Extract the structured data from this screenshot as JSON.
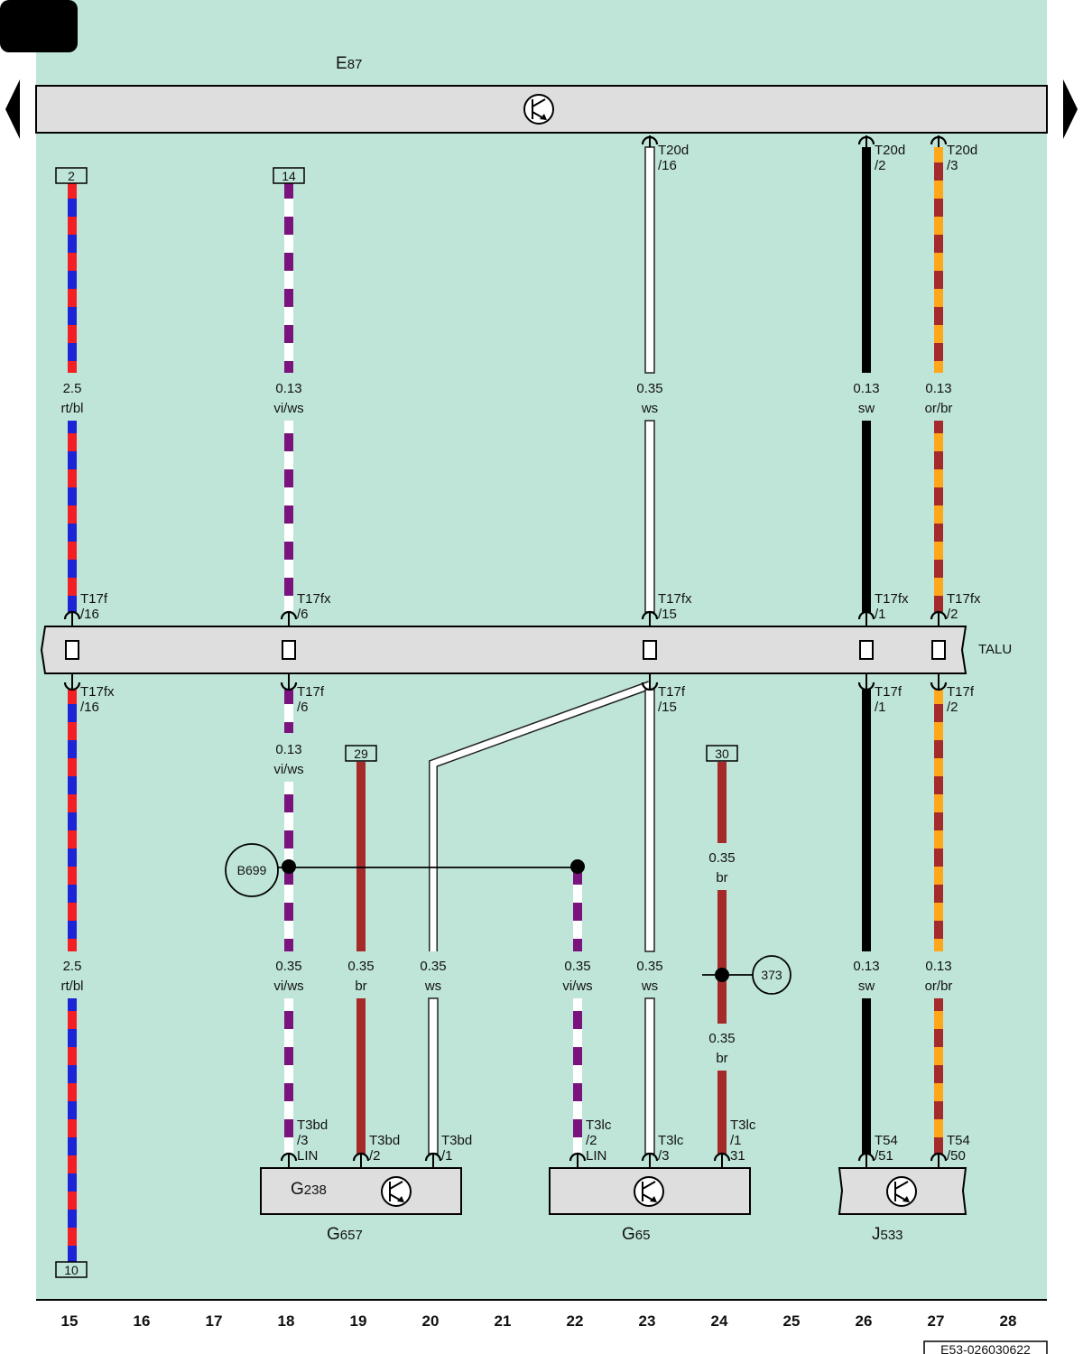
{
  "diagram": {
    "top_component": {
      "letter": "E",
      "number": "87"
    },
    "talu_label": "TALU",
    "footer_code": "E53-026030622",
    "bottom_components": {
      "g657": {
        "inner_letter": "G",
        "inner_number": "238",
        "letter": "G",
        "number": "657"
      },
      "g65": {
        "letter": "G",
        "number": "65"
      },
      "j533": {
        "letter": "J",
        "number": "533"
      }
    },
    "circles": {
      "b699": "B699",
      "c373": "373"
    },
    "boxes": {
      "b2": "2",
      "b14": "14",
      "b29": "29",
      "b30": "30",
      "b10": "10"
    },
    "wires": {
      "w15_top": {
        "size": "2.5",
        "color": "rt/bl"
      },
      "w15_bot": {
        "size": "2.5",
        "color": "rt/bl"
      },
      "w18_top": {
        "size": "0.13",
        "color": "vi/ws"
      },
      "w18_mid": {
        "size": "0.13",
        "color": "vi/ws"
      },
      "w18_bot": {
        "size": "0.35",
        "color": "vi/ws"
      },
      "w19": {
        "size": "0.35",
        "color": "br"
      },
      "w20": {
        "size": "0.35",
        "color": "ws"
      },
      "w22": {
        "size": "0.35",
        "color": "vi/ws"
      },
      "w23_top": {
        "size": "0.35",
        "color": "ws"
      },
      "w23_bot": {
        "size": "0.35",
        "color": "ws"
      },
      "w24_a": {
        "size": "0.35",
        "color": "br"
      },
      "w24_b": {
        "size": "0.35",
        "color": "br"
      },
      "w26_top": {
        "size": "0.13",
        "color": "sw"
      },
      "w26_bot": {
        "size": "0.13",
        "color": "sw"
      },
      "w27_top": {
        "size": "0.13",
        "color": "or/br"
      },
      "w27_bot": {
        "size": "0.13",
        "color": "or/br"
      }
    },
    "connectors": {
      "c23_top": {
        "name": "T20d",
        "pin": "/16"
      },
      "c26_top": {
        "name": "T20d",
        "pin": "/2"
      },
      "c27_top": {
        "name": "T20d",
        "pin": "/3"
      },
      "c15_a": {
        "name": "T17f",
        "pin": "/16"
      },
      "c18_a": {
        "name": "T17fx",
        "pin": "/6"
      },
      "c23_a": {
        "name": "T17fx",
        "pin": "/15"
      },
      "c26_a": {
        "name": "T17fx",
        "pin": "/1"
      },
      "c27_a": {
        "name": "T17fx",
        "pin": "/2"
      },
      "c15_b": {
        "name": "T17fx",
        "pin": "/16"
      },
      "c18_b": {
        "name": "T17f",
        "pin": "/6"
      },
      "c23_b": {
        "name": "T17f",
        "pin": "/15"
      },
      "c26_b": {
        "name": "T17f",
        "pin": "/1"
      },
      "c27_b": {
        "name": "T17f",
        "pin": "/2"
      },
      "c18_c": {
        "name": "T3bd",
        "pin": "/3",
        "extra": "LIN"
      },
      "c19_c": {
        "name": "T3bd",
        "pin": "/2"
      },
      "c20_c": {
        "name": "T3bd",
        "pin": "/1"
      },
      "c22_c": {
        "name": "T3lc",
        "pin": "/2",
        "extra": "LIN"
      },
      "c23_c": {
        "name": "T3lc",
        "pin": "/3"
      },
      "c24_c": {
        "name": "T3lc",
        "pin": "/1",
        "extra": "31"
      },
      "c26_c": {
        "name": "T54",
        "pin": "/51"
      },
      "c27_c": {
        "name": "T54",
        "pin": "/50"
      }
    },
    "columns": [
      "15",
      "16",
      "17",
      "18",
      "19",
      "20",
      "21",
      "22",
      "23",
      "24",
      "25",
      "26",
      "27",
      "28"
    ],
    "colors": {
      "background": "#bfe5d9",
      "red": "#f21f24",
      "blue": "#1c24d6",
      "violet": "#7b137f",
      "white": "#ffffff",
      "brown": "#a52a2a",
      "orange": "#ffa71a",
      "black": "#000000",
      "bar": "#dedede"
    }
  }
}
